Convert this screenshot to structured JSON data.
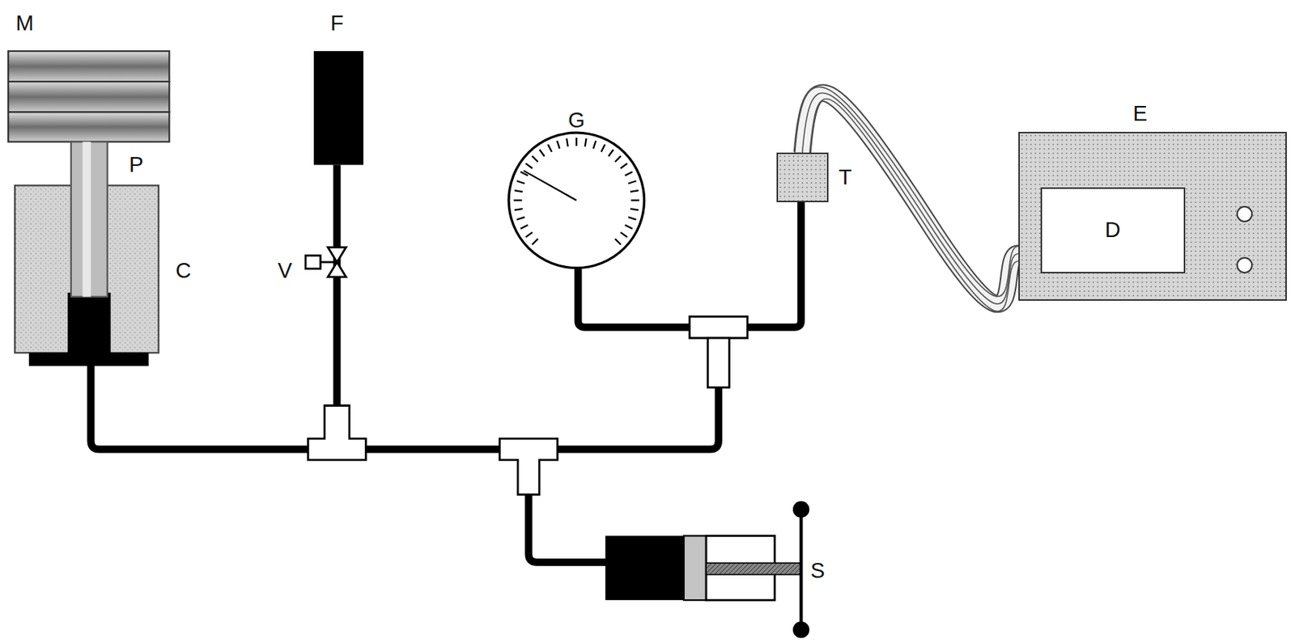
{
  "diagram": {
    "nodes": [
      {
        "text": [
          "E"
        ]
      },
      {
        "text": [
          "D"
        ],
        "in": 0
      },
      {
        "text": [
          "T"
        ]
      }
    ],
    "edges": [
      {
        "from": 2,
        "to": 0,
        "arrow": "none"
      }
    ],
    "labels": [
      "M",
      "F",
      "G",
      "P",
      "C",
      "V",
      "S"
    ]
  }
}
